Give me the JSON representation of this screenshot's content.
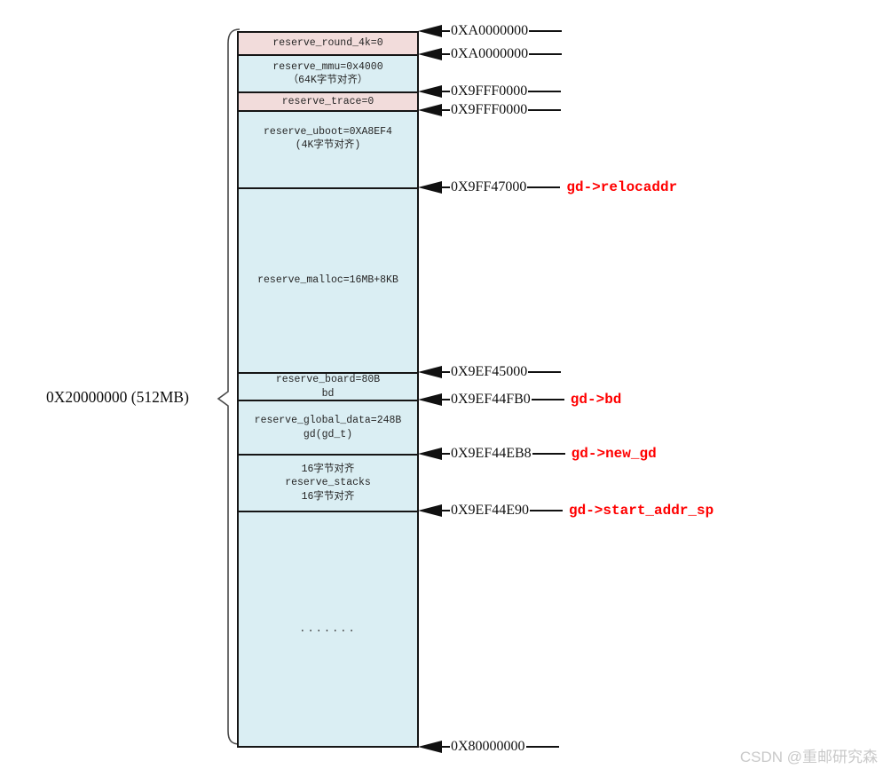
{
  "diagram": {
    "title_semantic": "u-boot-memory-reservation-layout",
    "total_label": "0X20000000 (512MB)",
    "colors": {
      "region_pink": "#f2dcdb",
      "region_blue": "#daeef3",
      "border": "#151515",
      "pointer_red": "#ff0000",
      "watermark_gray": "#c9c9c9"
    },
    "regions": [
      {
        "name": "reserve_round_4k",
        "fill": "pink",
        "lines": [
          "reserve_round_4k=0"
        ]
      },
      {
        "name": "reserve_mmu",
        "fill": "blue",
        "lines": [
          "reserve_mmu=0x4000",
          "（64K字节对齐）"
        ]
      },
      {
        "name": "reserve_trace",
        "fill": "pink",
        "lines": [
          "reserve_trace=0"
        ]
      },
      {
        "name": "reserve_uboot",
        "fill": "blue",
        "lines": [
          "reserve_uboot=0XA8EF4",
          "(4K字节对齐)"
        ]
      },
      {
        "name": "reserve_malloc",
        "fill": "blue",
        "lines": [
          "reserve_malloc=16MB+8KB"
        ]
      },
      {
        "name": "reserve_board",
        "fill": "blue",
        "lines": [
          "reserve_board=80B",
          "bd"
        ]
      },
      {
        "name": "reserve_global_data",
        "fill": "blue",
        "lines": [
          "reserve_global_data=248B",
          "gd(gd_t)"
        ]
      },
      {
        "name": "reserve_stacks",
        "fill": "blue",
        "lines": [
          "16字节对齐",
          "reserve_stacks",
          "16字节对齐"
        ]
      },
      {
        "name": "remaining_memory",
        "fill": "blue",
        "lines": [
          "......."
        ]
      }
    ],
    "markers": [
      {
        "address": "0XA0000000",
        "pointer": ""
      },
      {
        "address": "0XA0000000",
        "pointer": ""
      },
      {
        "address": "0X9FFF0000",
        "pointer": ""
      },
      {
        "address": "0X9FFF0000",
        "pointer": ""
      },
      {
        "address": "0X9FF47000",
        "pointer": "gd->relocaddr"
      },
      {
        "address": "0X9EF45000",
        "pointer": ""
      },
      {
        "address": "0X9EF44FB0",
        "pointer": "gd->bd"
      },
      {
        "address": "0X9EF44EB8",
        "pointer": "gd->new_gd"
      },
      {
        "address": "0X9EF44E90",
        "pointer": "gd->start_addr_sp"
      },
      {
        "address": "0X80000000",
        "pointer": ""
      }
    ]
  },
  "watermark": "CSDN @重邮研究森"
}
